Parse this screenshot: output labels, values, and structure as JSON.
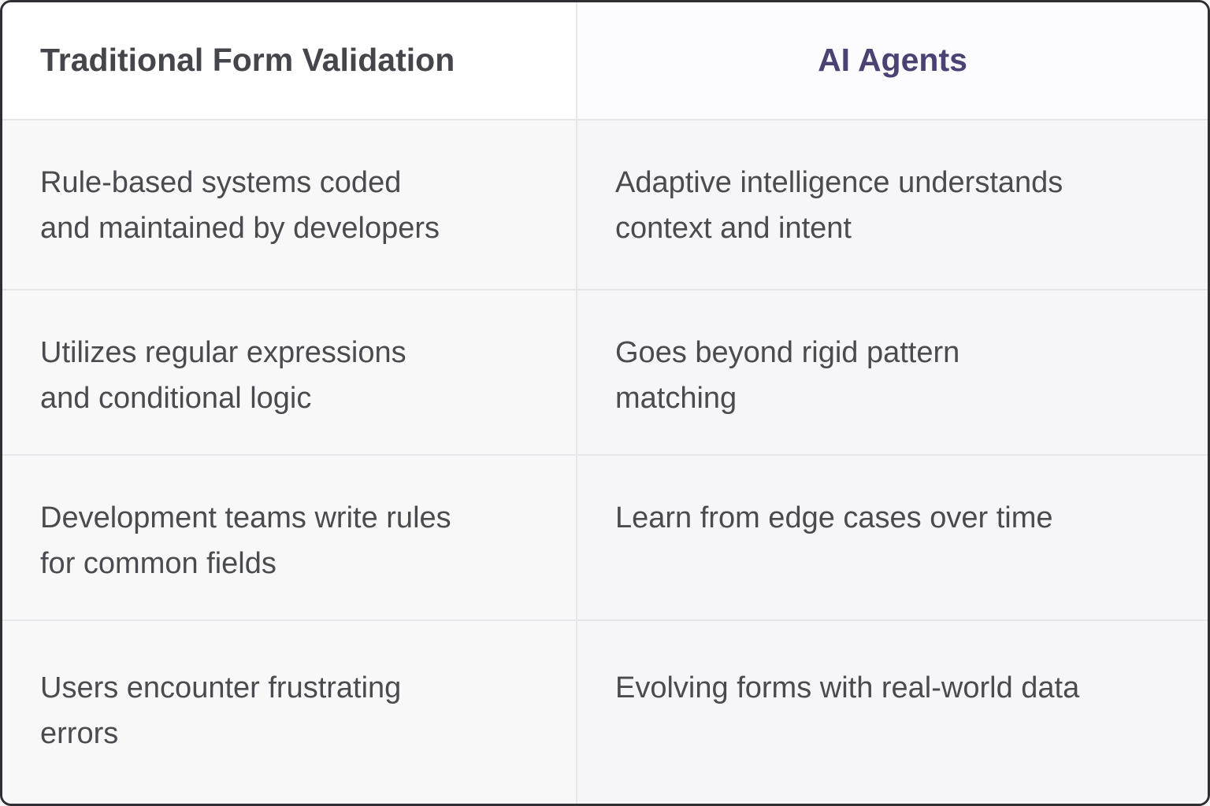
{
  "chart_data": {
    "type": "table",
    "title": "Traditional Form Validation vs AI Agents comparison table",
    "columns": [
      "Traditional Form Validation",
      "AI Agents"
    ],
    "rows": [
      [
        "Rule-based systems coded\nand maintained by developers",
        "Adaptive intelligence understands\ncontext and intent"
      ],
      [
        "Utilizes regular expressions\nand conditional logic",
        "Goes beyond rigid pattern\nmatching"
      ],
      [
        "Development teams write rules\nfor common fields",
        "Learn from edge cases over time"
      ],
      [
        "Users encounter frustrating\nerrors",
        "Evolving forms with real-world data"
      ]
    ],
    "layout": {
      "header_row": true,
      "column_count": 2,
      "row_count": 4,
      "gridlines": "light horizontal and vertical separators",
      "outer_border": "dark rounded border"
    }
  },
  "colors": {
    "accent_purple_header": "#4c4173",
    "gray_header": "#45464b",
    "body_text": "#4a4b4e",
    "outer_border": "#2e2e33",
    "separator": "#e6e5e9",
    "left_header_bg": "#ffffff",
    "right_header_bg": "#fcfbfe",
    "left_cell_bg": "#f8f8f9",
    "right_cell_bg": "#f6f5f9"
  }
}
